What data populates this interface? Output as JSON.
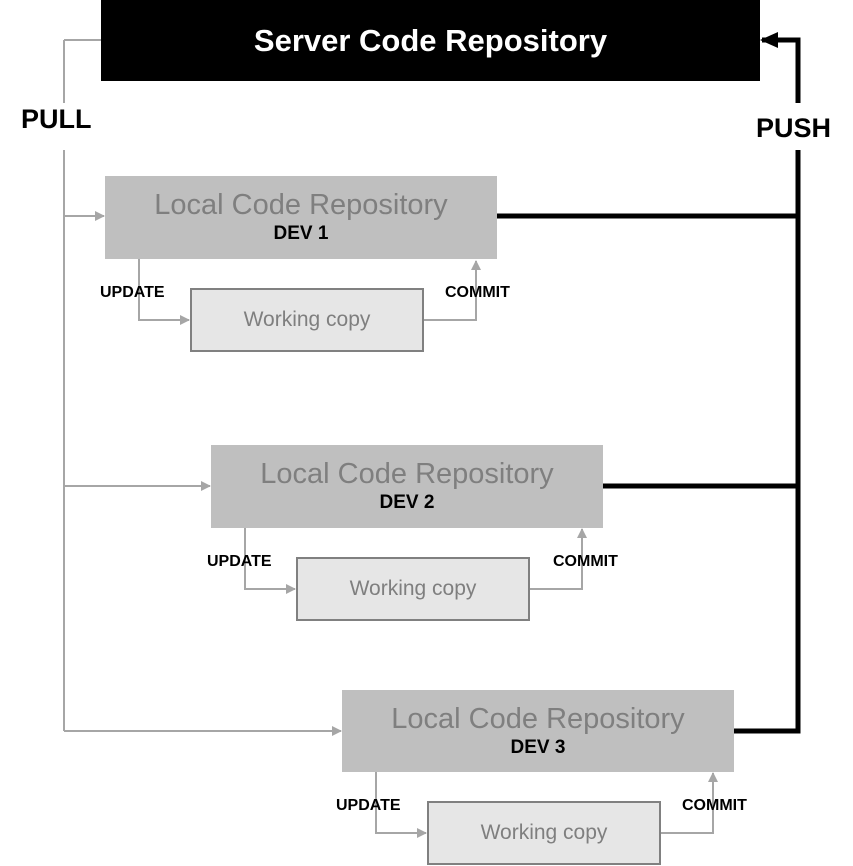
{
  "server": {
    "label": "Server Code Repository"
  },
  "flows": {
    "pull": "PULL",
    "push": "PUSH"
  },
  "devs": [
    {
      "repo_label": "Local Code Repository",
      "dev_label": "DEV 1",
      "working_copy": "Working copy",
      "update": "UPDATE",
      "commit": "COMMIT"
    },
    {
      "repo_label": "Local Code Repository",
      "dev_label": "DEV 2",
      "working_copy": "Working copy",
      "update": "UPDATE",
      "commit": "COMMIT"
    },
    {
      "repo_label": "Local Code Repository",
      "dev_label": "DEV 3",
      "working_copy": "Working copy",
      "update": "UPDATE",
      "commit": "COMMIT"
    }
  ],
  "colors": {
    "server_bg": "#000000",
    "local_bg": "#bfbfbf",
    "working_bg": "#e6e6e6",
    "pull_line": "#a6a6a6",
    "push_line": "#000000"
  }
}
